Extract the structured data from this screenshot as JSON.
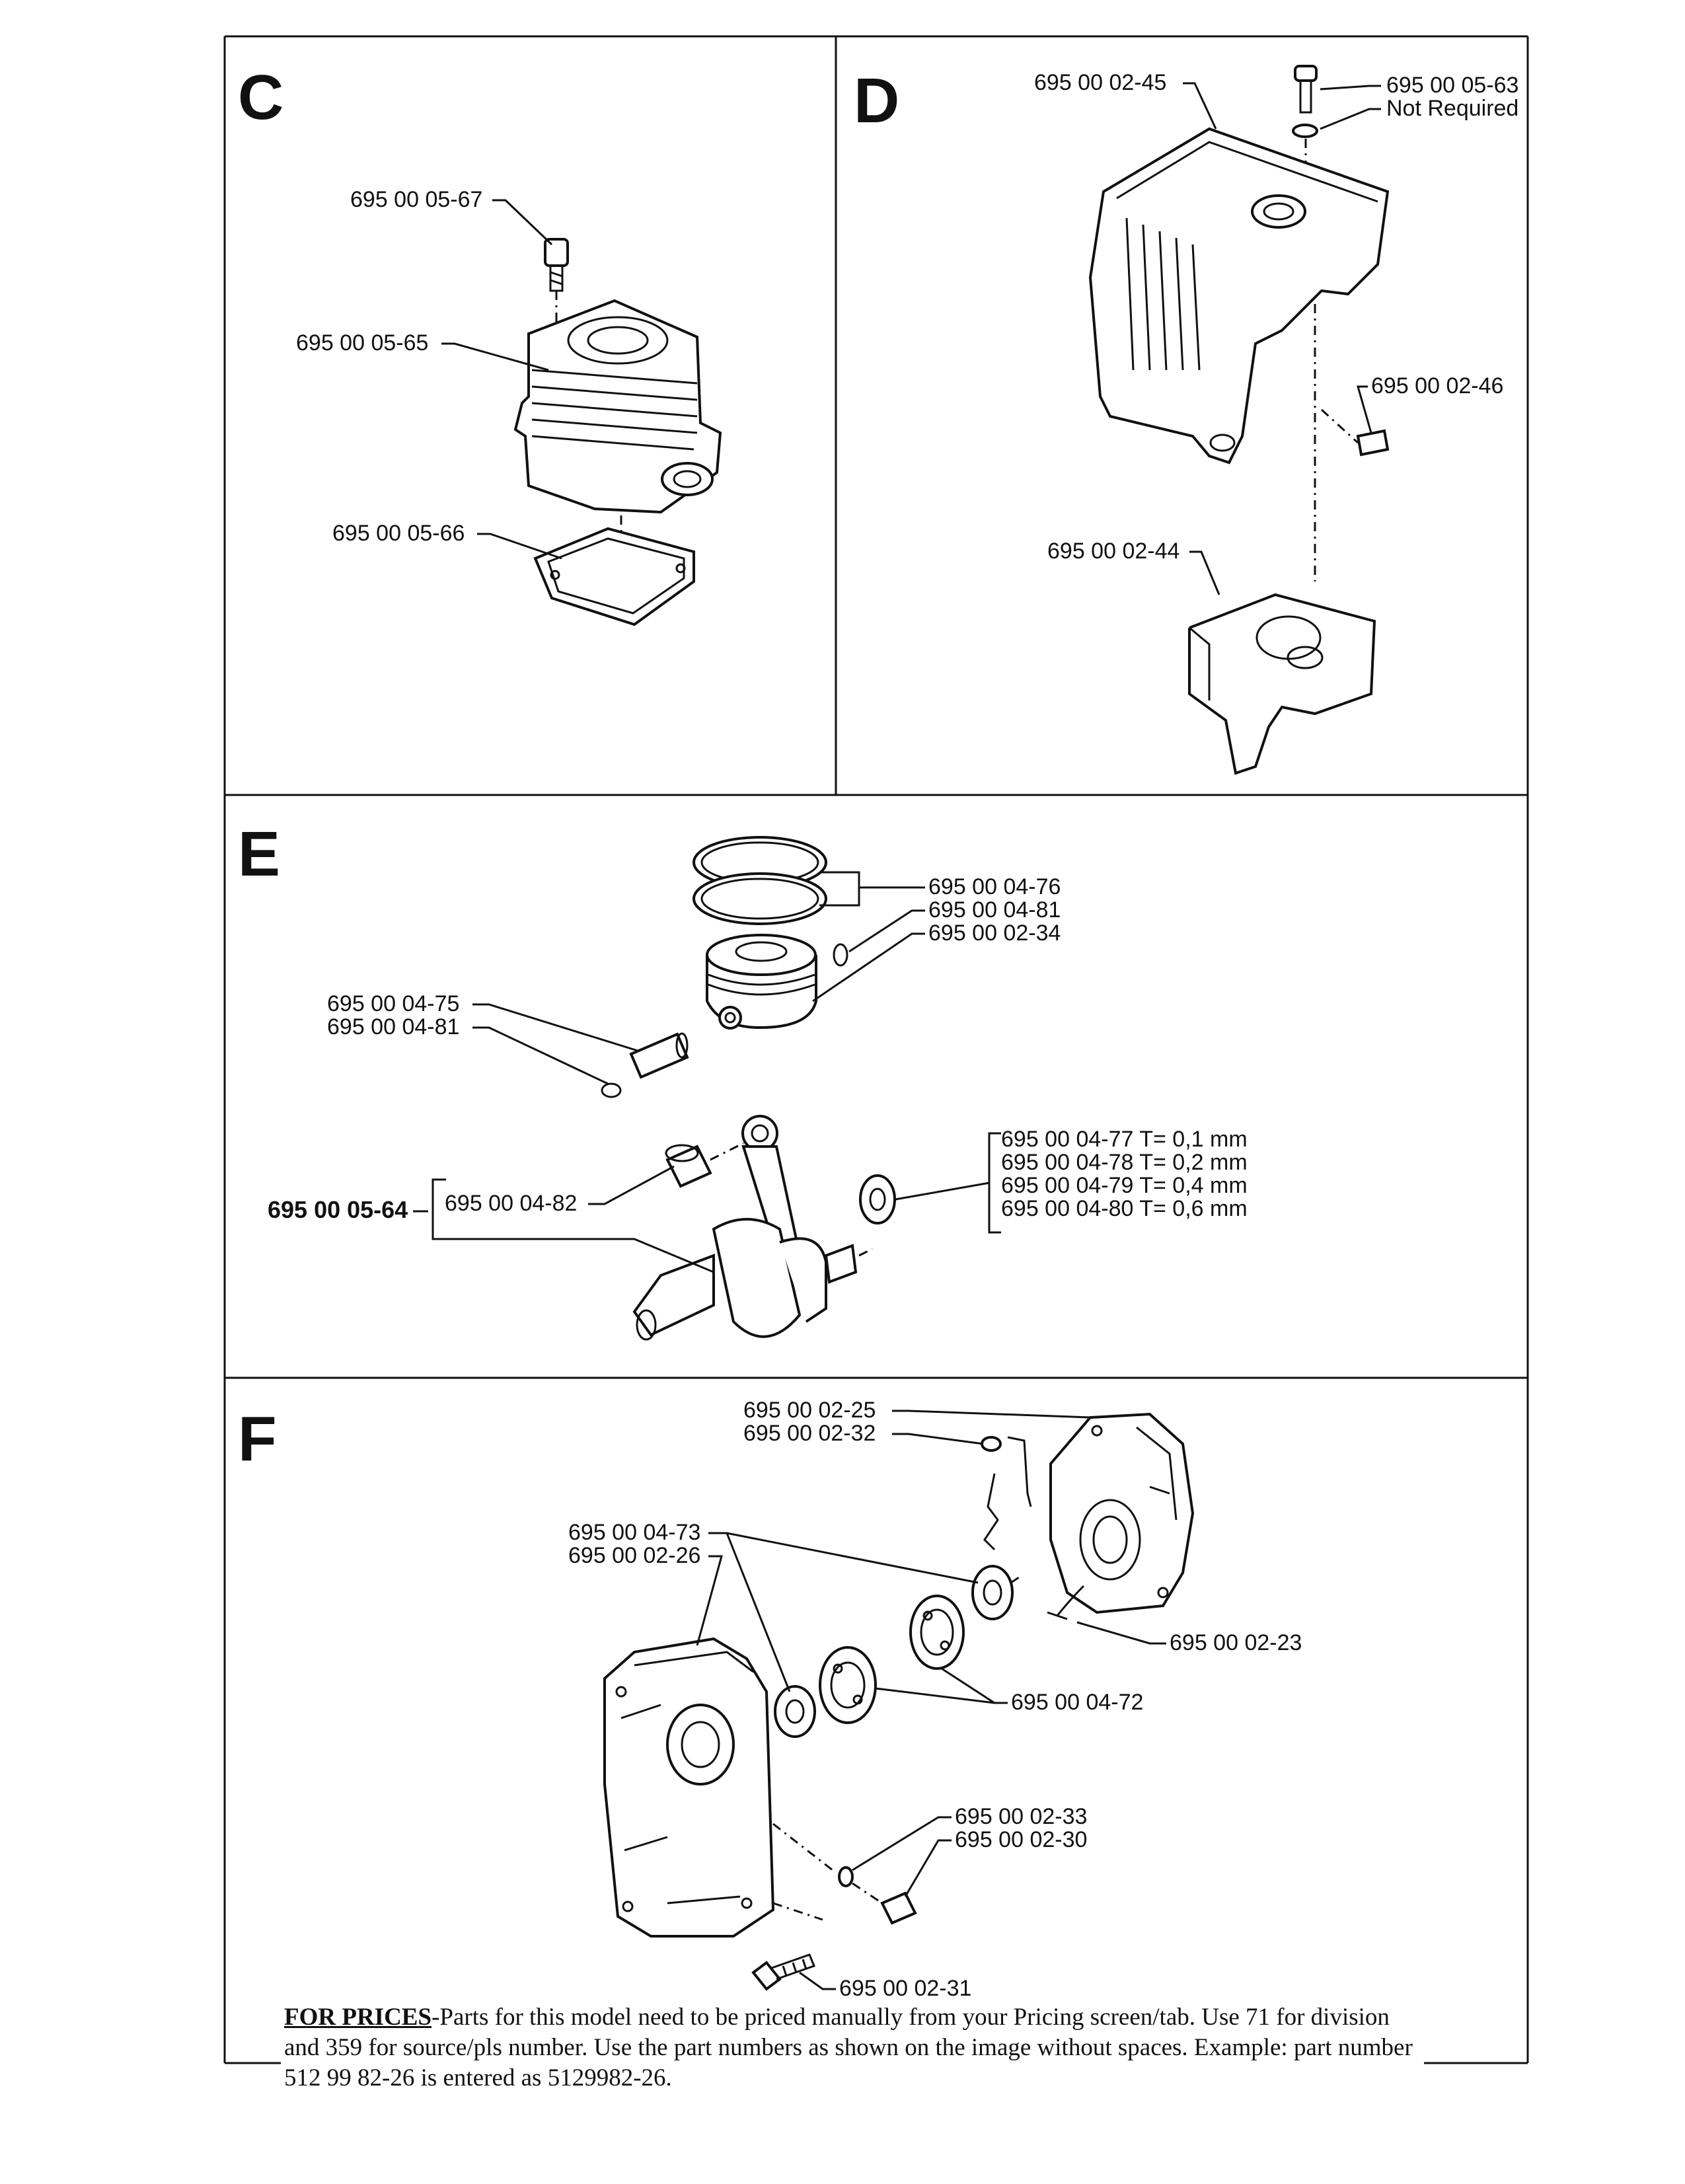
{
  "sections": {
    "c": {
      "letter": "C",
      "labels": [
        "695 00 05-67",
        "695 00 05-65",
        "695 00 05-66"
      ]
    },
    "d": {
      "letter": "D",
      "labels": [
        "695 00 02-45",
        "695 00 05-63",
        "Not Required",
        "695 00 02-46",
        "695 00 02-44"
      ]
    },
    "e": {
      "letter": "E",
      "labels": [
        "695 00 04-76",
        "695 00 04-81",
        "695 00 02-34",
        "695 00 04-75",
        "695 00 04-81",
        "695 00 05-64",
        "695 00 04-82"
      ],
      "shims": [
        "695 00 04-77 T= 0,1 mm",
        "695 00 04-78 T= 0,2 mm",
        "695 00 04-79 T= 0,4 mm",
        "695 00 04-80 T= 0,6 mm"
      ]
    },
    "f": {
      "letter": "F",
      "labels": [
        "695 00 02-25",
        "695 00 02-32",
        "695 00 04-73",
        "695 00 02-26",
        "695 00 02-23",
        "695 00 04-72",
        "695 00 02-33",
        "695 00 02-30",
        "695 00 02-31"
      ]
    }
  },
  "footer": {
    "heading": "FOR PRICES",
    "text": "-Parts for this model need to be priced manually from your Pricing screen/tab. Use 71 for division and 359 for source/pls number. Use the part numbers as shown on the image without spaces. Example: part number 512 99 82-26 is entered as 5129982-26."
  }
}
